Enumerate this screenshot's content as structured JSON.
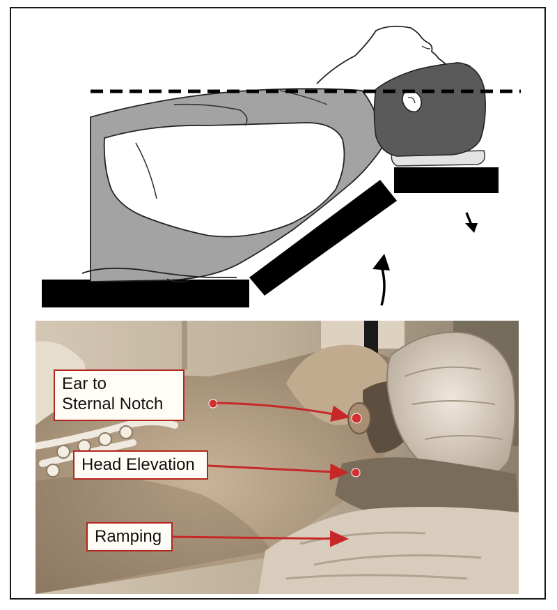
{
  "callouts": {
    "ear_line1": "Ear to",
    "ear_line2": "Sternal Notch",
    "head": "Head Elevation",
    "ramp": "Ramping"
  },
  "colors": {
    "callout_border": "#b3261e",
    "marker": "#d32f2f",
    "arrow": "#c62828",
    "table": "#000000",
    "gown": "#a3a3a3",
    "hair": "#5a5a5a",
    "photo_tone": "#b9a58a"
  },
  "icons": {
    "head_down_arrow": "arrow-down-icon",
    "ramp_up_arrow": "curved-arrow-up-icon"
  }
}
